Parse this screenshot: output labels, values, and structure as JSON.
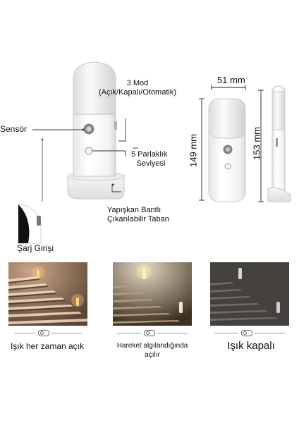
{
  "callouts": {
    "mode_title": "3 Mod",
    "mode_options": "(Açık/Kapalı/Otomatik)",
    "sensor": "Sensör",
    "brightness_line1": "5 Parlaklık",
    "brightness_line2": "Seviyesi",
    "base_line1": "Yapışkan Bantlı",
    "base_line2": "Çıkarılabilir Taban",
    "charging": "Şarj Girişi"
  },
  "dimensions": {
    "width": "51 mm",
    "height_front": "149 mm",
    "height_side": "153 mm"
  },
  "modes": [
    {
      "caption": "Işık her zaman açık"
    },
    {
      "caption_line1": "Hareket algılandığında",
      "caption_line2": "açılır"
    },
    {
      "caption": "Işık kapalı"
    }
  ]
}
